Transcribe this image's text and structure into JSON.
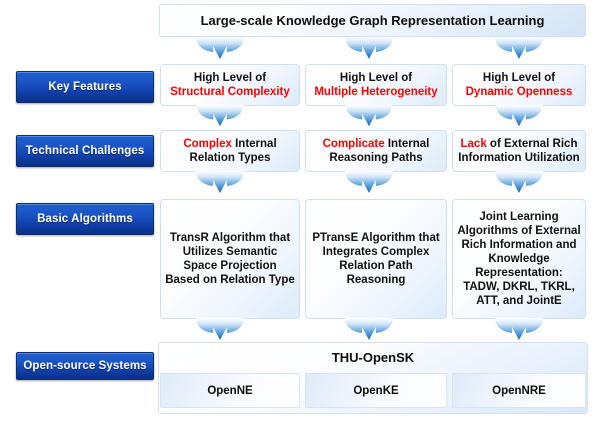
{
  "diagram": {
    "title": "Large-scale Knowledge Graph Representation Learning",
    "row_labels": [
      "Key Features",
      "Technical Challenges",
      "Basic Algorithms",
      "Open-source Systems"
    ],
    "key_features": [
      {
        "line1": "High Level of",
        "highlight": "Structural Complexity"
      },
      {
        "line1": "High Level of",
        "highlight": "Multiple Heterogeneity"
      },
      {
        "line1": "High Level of",
        "highlight": "Dynamic Openness"
      }
    ],
    "technical_challenges": [
      {
        "highlight": "Complex",
        "rest": " Internal Relation Types"
      },
      {
        "highlight": "Complicate",
        "rest": " Internal Reasoning Paths"
      },
      {
        "highlight": "Lack",
        "rest": " of External Rich Information Utilization"
      }
    ],
    "basic_algorithms": [
      "TransR Algorithm that Utilizes Semantic Space Projection Based on Relation Type",
      "PTransE Algorithm that Integrates Complex Relation Path Reasoning",
      "Joint Learning Algorithms of External Rich Information and Knowledge Representation: TADW, DKRL, TKRL, ATT, and JointE"
    ],
    "opensource": {
      "suite": "THU-OpenSK",
      "systems": [
        "OpenNE",
        "OpenKE",
        "OpenNRE"
      ]
    },
    "colors": {
      "navy_label": "#123fa0",
      "highlight_red": "#ff0000",
      "box_blue": "#dceaf9",
      "arrow_blue": "#1f77c9"
    }
  }
}
